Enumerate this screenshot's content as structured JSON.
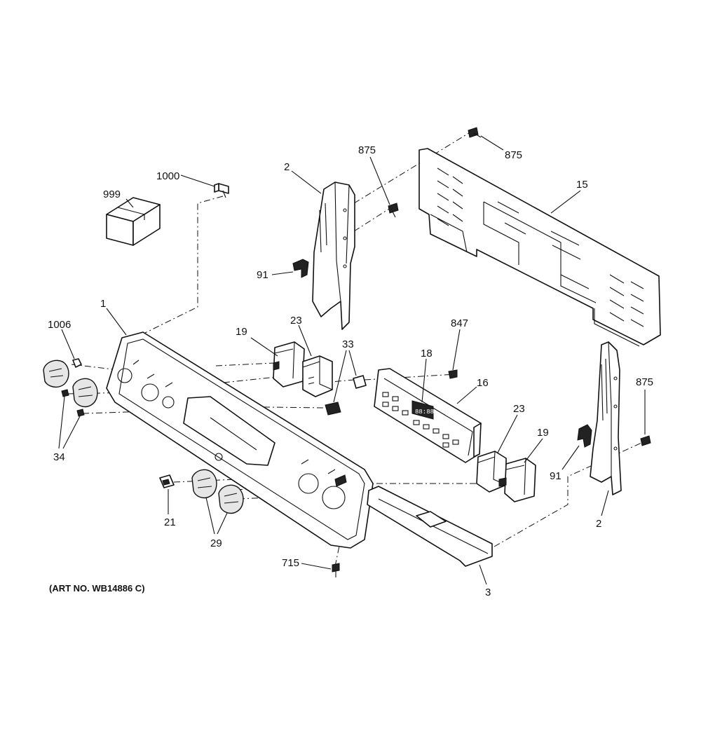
{
  "art_number": "(ART NO. WB14886 C)",
  "callouts": {
    "c999": "999",
    "c1000": "1000",
    "c2_left": "2",
    "c875_top_left": "875",
    "c875_top_right": "875",
    "c15": "15",
    "c91_left": "91",
    "c1": "1",
    "c1006": "1006",
    "c19_left": "19",
    "c23_left": "23",
    "c33": "33",
    "c847": "847",
    "c18": "18",
    "c16": "16",
    "c875_right": "875",
    "c34": "34",
    "c23_right": "23",
    "c19_right": "19",
    "c91_right": "91",
    "c2_right": "2",
    "c21": "21",
    "c29": "29",
    "c715": "715",
    "c3": "3"
  }
}
